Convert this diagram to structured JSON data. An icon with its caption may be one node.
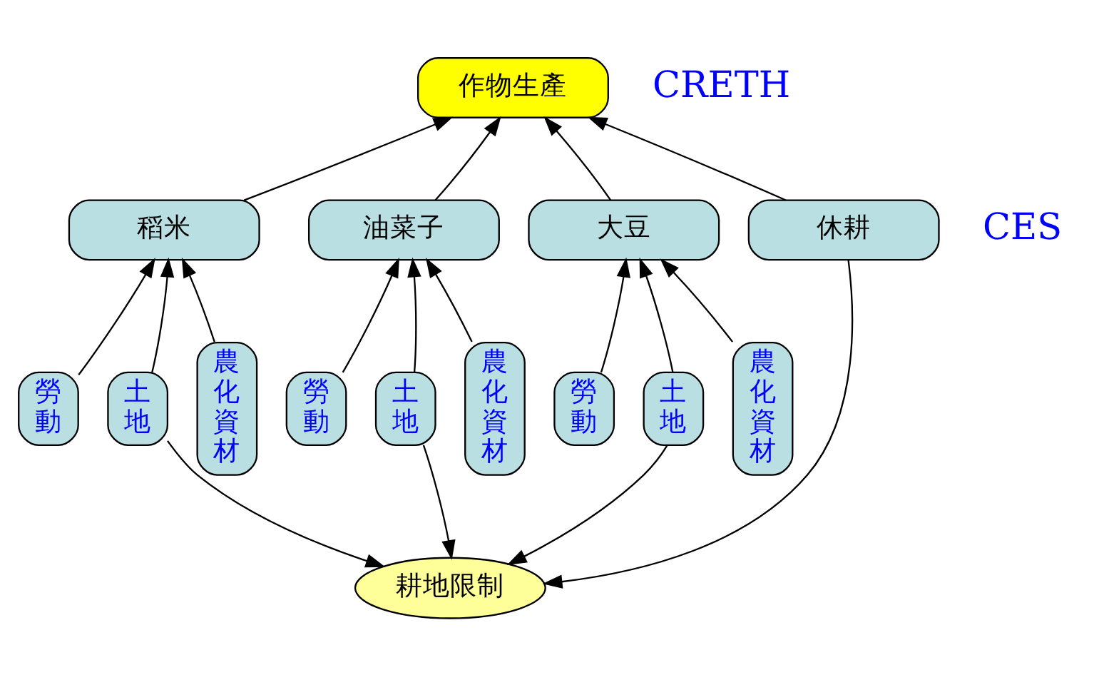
{
  "diagram": {
    "nodes": [
      {
        "text": [
          "作物生產"
        ]
      },
      {
        "text": [
          "稻米"
        ]
      },
      {
        "text": [
          "油菜子"
        ]
      },
      {
        "text": [
          "大豆"
        ]
      },
      {
        "text": [
          "休耕"
        ]
      },
      {
        "text": [
          "勞動"
        ]
      },
      {
        "text": [
          "土地"
        ]
      },
      {
        "text": [
          "農化資材"
        ]
      },
      {
        "text": [
          "勞動"
        ]
      },
      {
        "text": [
          "土地"
        ]
      },
      {
        "text": [
          "農化資材"
        ]
      },
      {
        "text": [
          "勞動"
        ]
      },
      {
        "text": [
          "土地"
        ]
      },
      {
        "text": [
          "農化資材"
        ]
      },
      {
        "text": [
          "耕地限制"
        ]
      }
    ],
    "edges": [
      {
        "from": 1,
        "to": 0,
        "arrow": "to"
      },
      {
        "from": 2,
        "to": 0,
        "arrow": "to"
      },
      {
        "from": 3,
        "to": 0,
        "arrow": "to"
      },
      {
        "from": 4,
        "to": 0,
        "arrow": "to"
      },
      {
        "from": 5,
        "to": 1,
        "arrow": "to"
      },
      {
        "from": 6,
        "to": 1,
        "arrow": "to"
      },
      {
        "from": 7,
        "to": 1,
        "arrow": "to"
      },
      {
        "from": 8,
        "to": 2,
        "arrow": "to"
      },
      {
        "from": 9,
        "to": 2,
        "arrow": "to"
      },
      {
        "from": 10,
        "to": 2,
        "arrow": "to"
      },
      {
        "from": 11,
        "to": 3,
        "arrow": "to"
      },
      {
        "from": 12,
        "to": 3,
        "arrow": "to"
      },
      {
        "from": 13,
        "to": 3,
        "arrow": "to"
      },
      {
        "from": 6,
        "to": 14,
        "arrow": "to"
      },
      {
        "from": 9,
        "to": 14,
        "arrow": "to"
      },
      {
        "from": 12,
        "to": 14,
        "arrow": "to"
      },
      {
        "from": 4,
        "to": 14,
        "arrow": "to"
      }
    ],
    "labels": [
      "CRETH",
      "CES"
    ]
  }
}
